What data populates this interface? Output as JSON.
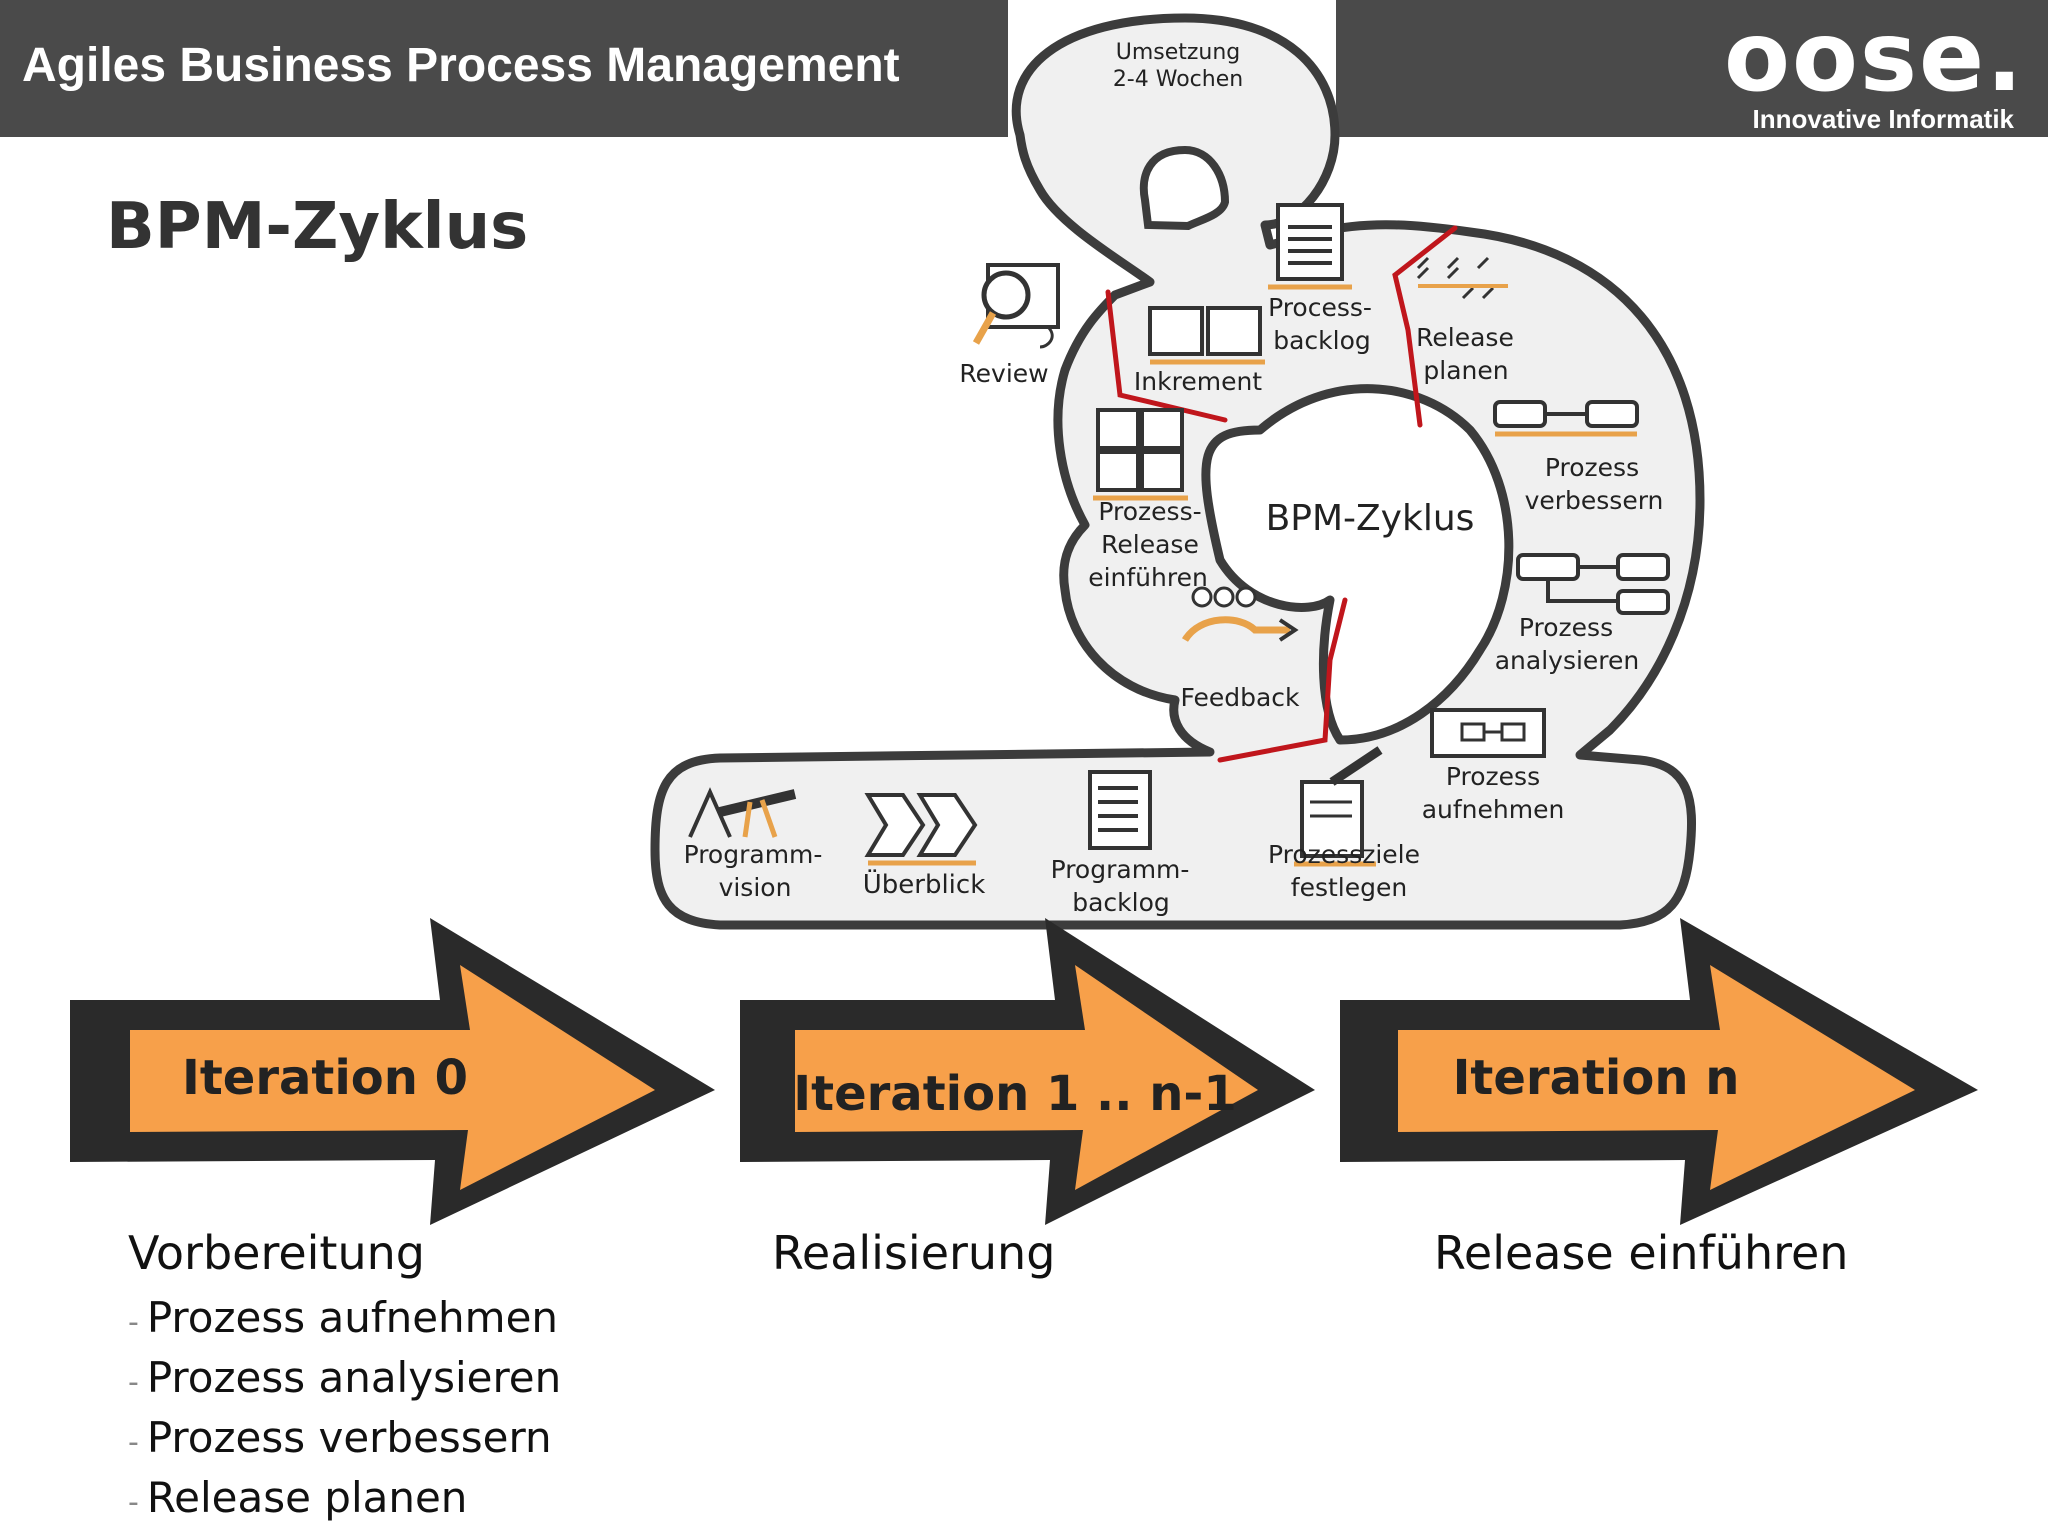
{
  "header": {
    "title": "Agiles Business Process Management"
  },
  "logo": {
    "word": "oose.",
    "tagline": "Innovative Informatik"
  },
  "heading": "BPM-Zyklus",
  "cycle": {
    "top_loop_label": [
      "Umsetzung",
      "2-4 Wochen"
    ],
    "center_label": "BPM-Zyklus",
    "steps": {
      "review": "Review",
      "inkrement": "Inkrement",
      "process_backlog": [
        "Process-",
        "backlog"
      ],
      "release_planen": [
        "Release",
        "planen"
      ],
      "prozess_verbessern": [
        "Prozess",
        "verbessern"
      ],
      "prozess_analysieren": [
        "Prozess",
        "analysieren"
      ],
      "prozess_aufnehmen": [
        "Prozess",
        "aufnehmen"
      ],
      "prozess_release_einfuehren": [
        "Prozess-",
        "Release",
        "einführen"
      ],
      "feedback": "Feedback"
    },
    "base_steps": {
      "programmvision": [
        "Programm-",
        "vision"
      ],
      "ueberblick": "Überblick",
      "programmbacklog": [
        "Programm-",
        "backlog"
      ],
      "prozessziele": [
        "Prozessziele",
        "festlegen"
      ]
    }
  },
  "iterations": [
    {
      "label": "Iteration 0",
      "caption": "Vorbereitung"
    },
    {
      "label": "Iteration 1 .. n-1",
      "caption": "Realisierung"
    },
    {
      "label": "Iteration n",
      "caption": "Release einführen"
    }
  ],
  "bullets": [
    "Prozess aufnehmen",
    "Prozess analysieren",
    "Prozess verbessern",
    "Release planen"
  ],
  "colors": {
    "header": "#4a4a4a",
    "arrow_fill": "#f7a04a",
    "arrow_border": "#2a2a2a",
    "marker_red": "#c0161c",
    "accent_orange": "#e8a24a"
  }
}
